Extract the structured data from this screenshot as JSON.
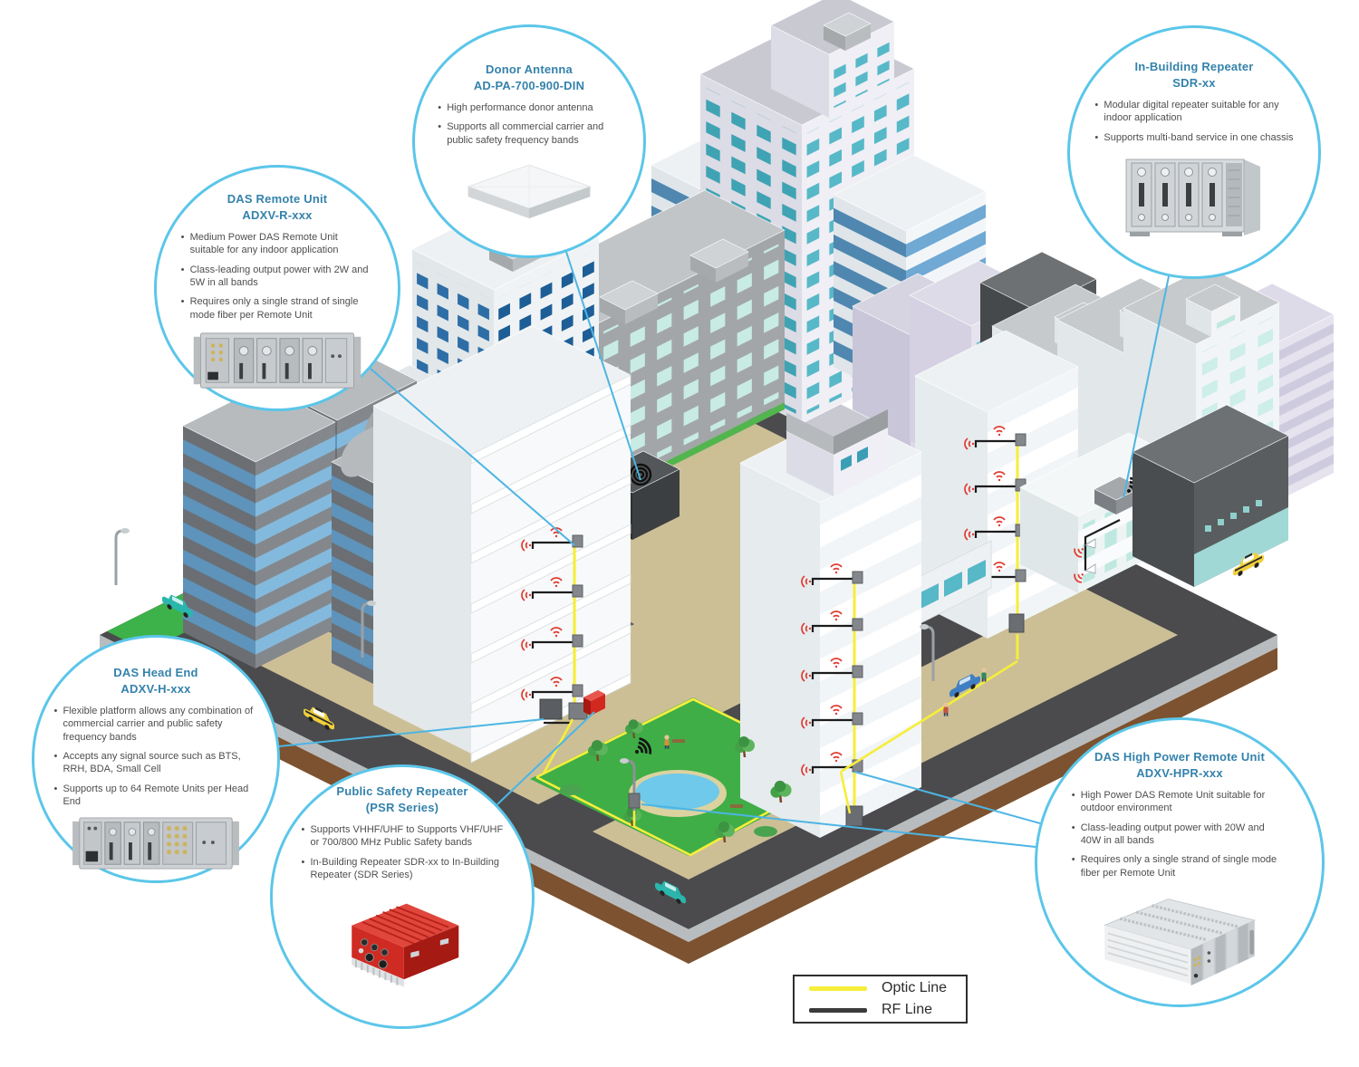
{
  "colors": {
    "callout_border": "#5bc6e9",
    "callout_title": "#3482ab",
    "bullet_text": "#4d4e50",
    "leader_line": "#4db5e3",
    "optic_line": "#f5ee3b",
    "rf_line": "#3b3b3b",
    "psr_red": "#d42a1f",
    "park_green": "#3fae47"
  },
  "legend": {
    "optic_label": "Optic Line",
    "rf_label": "RF Line"
  },
  "callouts": [
    {
      "id": "donor-antenna",
      "title1": "Donor Antenna",
      "title2": "AD-PA-700-900-DIN",
      "bullets": [
        "High performance donor antenna",
        "Supports all commercial carrier and public safety frequency bands"
      ]
    },
    {
      "id": "das-remote-unit",
      "title1": "DAS Remote Unit",
      "title2": "ADXV-R-xxx",
      "bullets": [
        "Medium Power DAS Remote Unit suitable for any indoor application",
        "Class-leading output power with 2W and 5W in all bands",
        "Requires only a single strand of single mode fiber per Remote Unit"
      ]
    },
    {
      "id": "in-building-repeater",
      "title1": "In-Building Repeater",
      "title2": "SDR-xx",
      "bullets": [
        "Modular digital repeater suitable for any indoor application",
        "Supports multi-band service in one chassis"
      ]
    },
    {
      "id": "das-head-end",
      "title1": "DAS Head End",
      "title2": "ADXV-H-xxx",
      "bullets": [
        "Flexible platform allows any combination of commercial carrier and public safety frequency bands",
        "Accepts any signal source such as BTS, RRH, BDA, Small Cell",
        "Supports up to 64 Remote Units per Head End"
      ]
    },
    {
      "id": "public-safety-repeater",
      "title1": "Public Safety Repeater",
      "title2": "(PSR Series)",
      "bullets": [
        "Supports VHHF/UHF to Supports VHF/UHF or 700/800 MHz Public Safety bands",
        "In-Building Repeater SDR-xx to In-Building Repeater (SDR Series)"
      ]
    },
    {
      "id": "das-high-power-remote-unit",
      "title1": "DAS High Power Remote Unit",
      "title2": "ADXV-HPR-xxx",
      "bullets": [
        "High Power DAS Remote Unit suitable for outdoor environment",
        "Class-leading output power with 20W and 40W in all bands",
        "Requires only a single strand of single mode fiber per Remote Unit"
      ]
    }
  ],
  "icons": {
    "rooftop_donor": "donor-antenna-signal-icon",
    "wifi": "antenna-signal-icon",
    "red_arcs": "rf-signal-arcs-icon"
  }
}
